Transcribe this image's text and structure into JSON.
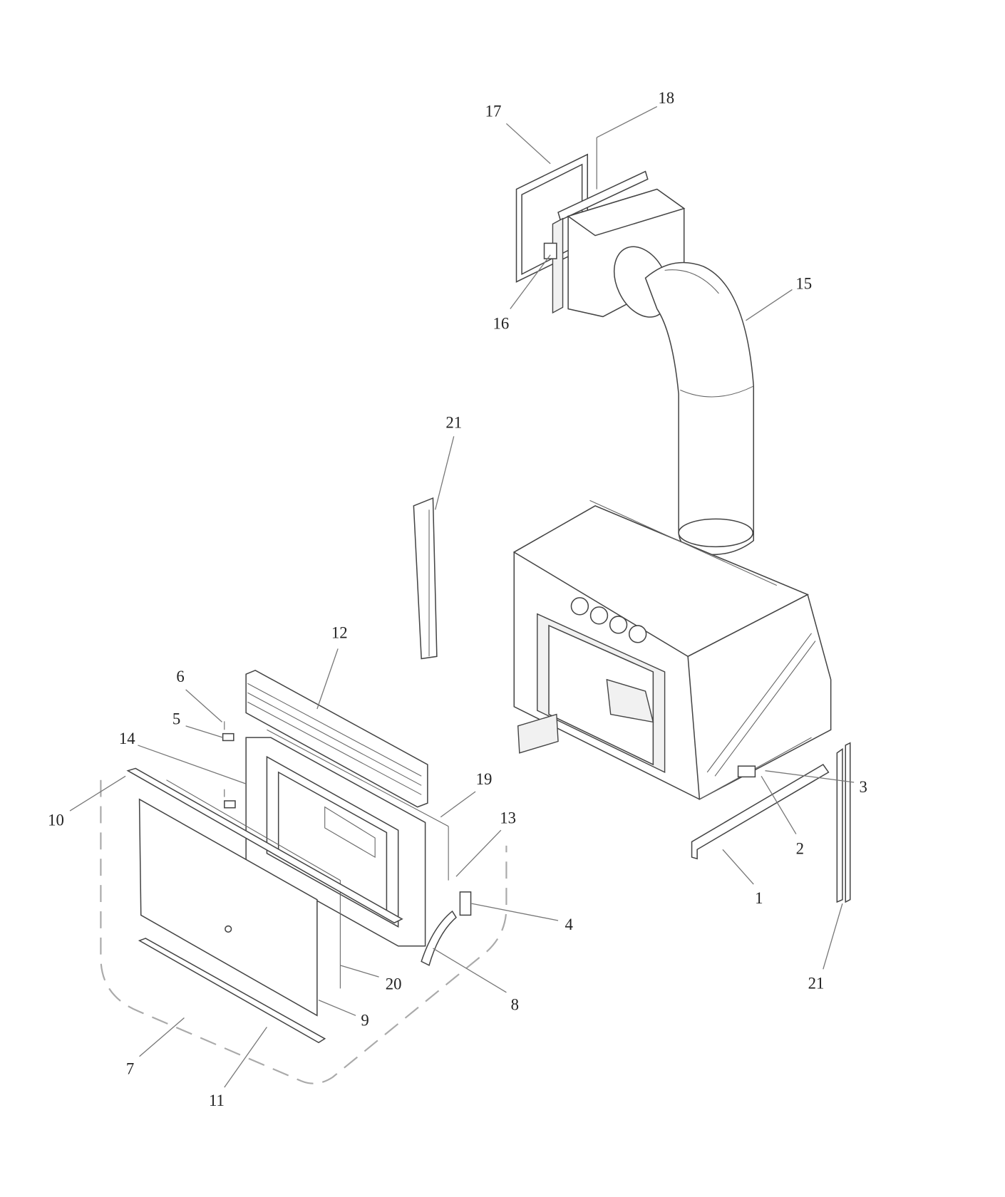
{
  "diagram": {
    "title": "Exploded parts view - fireplace insert",
    "callouts": [
      "1",
      "2",
      "3",
      "4",
      "5",
      "6",
      "7",
      "8",
      "9",
      "10",
      "11",
      "12",
      "13",
      "14",
      "15",
      "16",
      "17",
      "18",
      "19",
      "20",
      "21",
      "21"
    ]
  }
}
